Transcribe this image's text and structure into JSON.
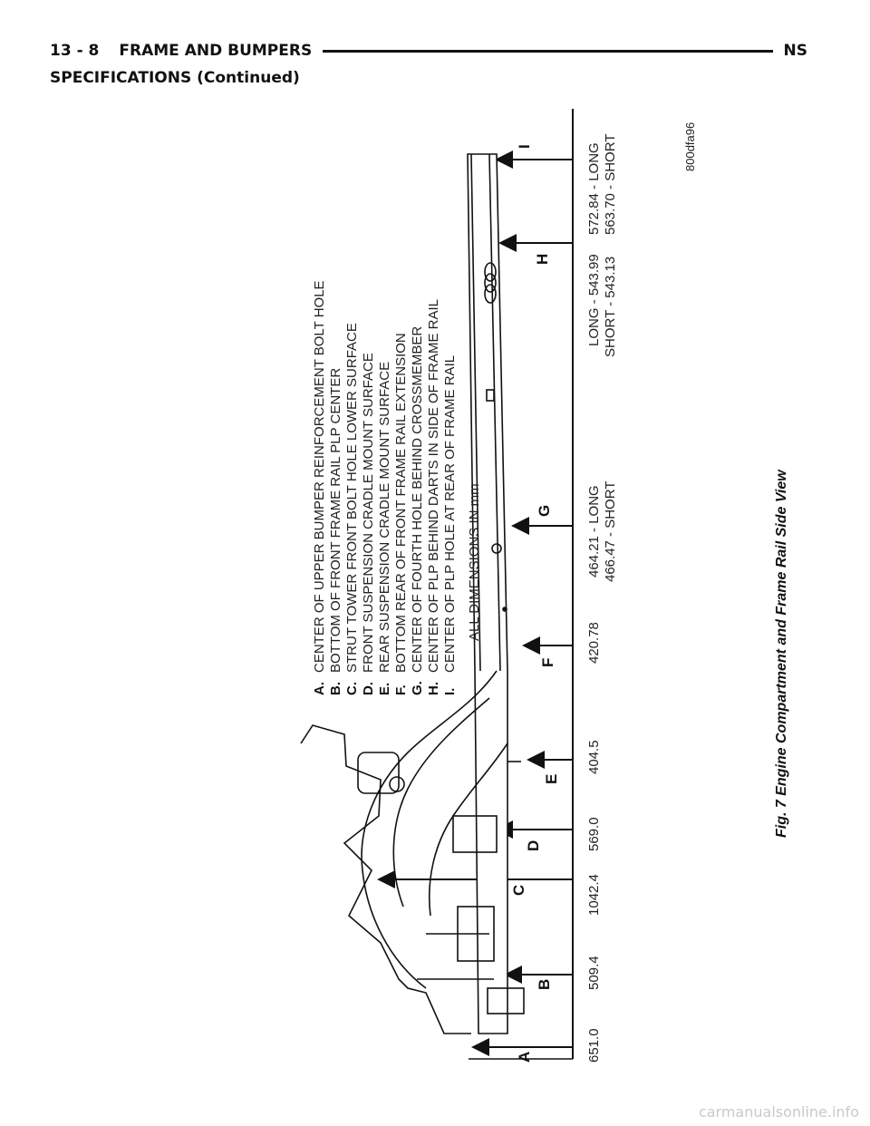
{
  "header": {
    "page_number": "13 - 8",
    "section_title": "FRAME AND BUMPERS",
    "model_code": "NS"
  },
  "subheading": "SPECIFICATIONS (Continued)",
  "legend": {
    "items": [
      {
        "letter": "A.",
        "text": "CENTER OF UPPER BUMPER REINFORCEMENT BOLT HOLE"
      },
      {
        "letter": "B.",
        "text": "BOTTOM OF FRONT FRAME RAIL PLP CENTER"
      },
      {
        "letter": "C.",
        "text": "STRUT TOWER FRONT BOLT HOLE LOWER SURFACE"
      },
      {
        "letter": "D.",
        "text": "FRONT SUSPENSION CRADLE MOUNT SURFACE"
      },
      {
        "letter": "E.",
        "text": "REAR SUSPENSION CRADLE MOUNT SURFACE"
      },
      {
        "letter": "F.",
        "text": "BOTTOM REAR OF FRONT FRAME RAIL EXTENSION"
      },
      {
        "letter": "G.",
        "text": "CENTER OF FOURTH HOLE BEHIND CROSSMEMBER"
      },
      {
        "letter": "H.",
        "text": "CENTER OF PLP BEHIND DARTS IN SIDE OF FRAME RAIL"
      },
      {
        "letter": "I.",
        "text": "CENTER OF PLP HOLE AT REAR OF FRAME RAIL"
      }
    ],
    "units_note": "ALL DIMENSIONS IN mm"
  },
  "points": {
    "A": "A",
    "B": "B",
    "C": "C",
    "D": "D",
    "E": "E",
    "F": "F",
    "G": "G",
    "H": "H",
    "I": "I"
  },
  "dimensions": {
    "A": "651.0",
    "B": "509.4",
    "C": "1042.4",
    "D": "569.0",
    "E": "404.5",
    "F": "420.78",
    "G_long": "464.21 - LONG",
    "G_short": "466.47 - SHORT",
    "H_long": "LONG - 543.99",
    "H_short": "SHORT - 543.13",
    "I_long": "572.84 - LONG",
    "I_short": "563.70 - SHORT"
  },
  "figure_code": "800dfa96",
  "caption": "Fig. 7 Engine Compartment and Frame Rail Side View",
  "watermark": "carmanualsonline.info",
  "colors": {
    "ink": "#111111",
    "paper": "#ffffff"
  }
}
